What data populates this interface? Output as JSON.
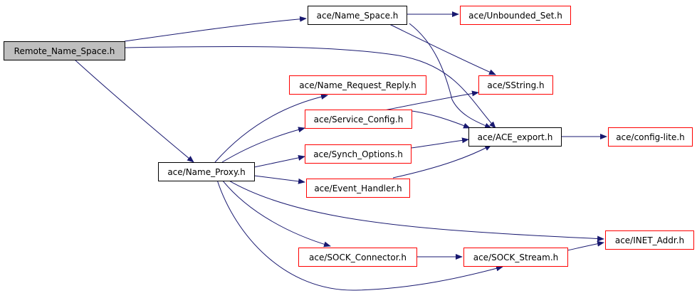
{
  "diagram": {
    "colors": {
      "edge": "#191970",
      "root_fill": "#bfbfbf",
      "root_border": "#000000",
      "documented_border": "#000000",
      "undocumented_border": "#ff0000",
      "node_fill": "#ffffff"
    },
    "nodes": [
      {
        "id": "remote_name_space",
        "label": "Remote_Name_Space.h",
        "kind": "root"
      },
      {
        "id": "name_space",
        "label": "ace/Name_Space.h",
        "kind": "documented"
      },
      {
        "id": "unbounded_set",
        "label": "ace/Unbounded_Set.h",
        "kind": "undocumented"
      },
      {
        "id": "sstring",
        "label": "ace/SString.h",
        "kind": "undocumented"
      },
      {
        "id": "name_request_reply",
        "label": "ace/Name_Request_Reply.h",
        "kind": "undocumented"
      },
      {
        "id": "service_config",
        "label": "ace/Service_Config.h",
        "kind": "undocumented"
      },
      {
        "id": "ace_export",
        "label": "ace/ACE_export.h",
        "kind": "documented"
      },
      {
        "id": "config_lite",
        "label": "ace/config-lite.h",
        "kind": "undocumented"
      },
      {
        "id": "name_proxy",
        "label": "ace/Name_Proxy.h",
        "kind": "documented"
      },
      {
        "id": "synch_options",
        "label": "ace/Synch_Options.h",
        "kind": "undocumented"
      },
      {
        "id": "event_handler",
        "label": "ace/Event_Handler.h",
        "kind": "undocumented"
      },
      {
        "id": "inet_addr",
        "label": "ace/INET_Addr.h",
        "kind": "undocumented"
      },
      {
        "id": "sock_connector",
        "label": "ace/SOCK_Connector.h",
        "kind": "undocumented"
      },
      {
        "id": "sock_stream",
        "label": "ace/SOCK_Stream.h",
        "kind": "undocumented"
      }
    ],
    "edges": [
      {
        "from": "remote_name_space",
        "to": "name_space"
      },
      {
        "from": "remote_name_space",
        "to": "ace_export"
      },
      {
        "from": "remote_name_space",
        "to": "name_proxy"
      },
      {
        "from": "name_space",
        "to": "unbounded_set"
      },
      {
        "from": "name_space",
        "to": "sstring"
      },
      {
        "from": "name_space",
        "to": "ace_export"
      },
      {
        "from": "service_config",
        "to": "sstring"
      },
      {
        "from": "service_config",
        "to": "ace_export"
      },
      {
        "from": "synch_options",
        "to": "ace_export"
      },
      {
        "from": "event_handler",
        "to": "ace_export"
      },
      {
        "from": "ace_export",
        "to": "config_lite"
      },
      {
        "from": "name_proxy",
        "to": "name_request_reply"
      },
      {
        "from": "name_proxy",
        "to": "service_config"
      },
      {
        "from": "name_proxy",
        "to": "synch_options"
      },
      {
        "from": "name_proxy",
        "to": "event_handler"
      },
      {
        "from": "name_proxy",
        "to": "inet_addr"
      },
      {
        "from": "name_proxy",
        "to": "sock_connector"
      },
      {
        "from": "name_proxy",
        "to": "sock_stream"
      },
      {
        "from": "sock_connector",
        "to": "sock_stream"
      },
      {
        "from": "sock_stream",
        "to": "inet_addr"
      }
    ]
  }
}
